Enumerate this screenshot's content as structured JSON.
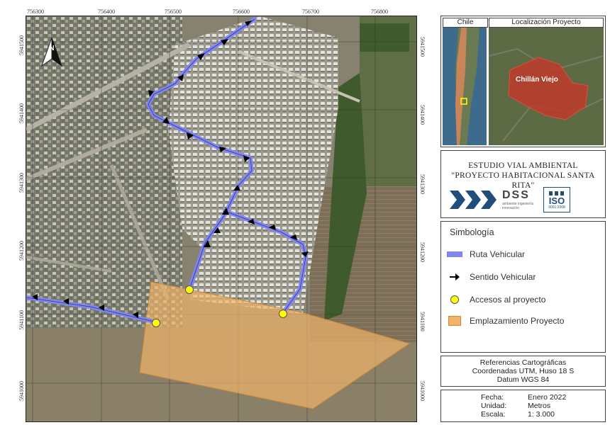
{
  "map": {
    "x_ticks": [
      "756300",
      "756400",
      "756500",
      "756600",
      "756700",
      "756800"
    ],
    "y_ticks": [
      "5941500",
      "5941400",
      "5941300",
      "5941200",
      "5941100",
      "5941000"
    ]
  },
  "inset": {
    "chile_label": "Chile",
    "location_label": "Localización Proyecto",
    "commune_label": "Chillán Viejo"
  },
  "title": {
    "line1": "ESTUDIO VIAL AMBIENTAL",
    "line2": "\"PROYECTO HABITACIONAL SANTA RITA\"",
    "logo_text": "DSS",
    "logo_sub": "ambiente ingeniería innovación",
    "iso_text": "ISO",
    "iso_sub": "9001:2008"
  },
  "legend": {
    "heading": "Simbología",
    "items": [
      {
        "label": "Ruta Vehicular",
        "color": "#7f86f0"
      },
      {
        "label": "Sentido Vehicular",
        "color": "#000000"
      },
      {
        "label": "Accesos al proyecto",
        "color": "#ffff00"
      },
      {
        "label": "Emplazamiento Proyecto",
        "color": "#f0b36a"
      }
    ]
  },
  "references": {
    "line1": "Referencias Cartográficas",
    "line2": "Coordenadas UTM, Huso 18 S",
    "line3": "Datum WGS 84"
  },
  "info": {
    "fecha_label": "Fecha:",
    "fecha_value": "Enero 2022",
    "unidad_label": "Unidad:",
    "unidad_value": "Metros",
    "escala_label": "Escala:",
    "escala_value": "1: 3.000"
  },
  "colors": {
    "route": "#7f86f0",
    "arrow": "#000000",
    "access": "#ffff00",
    "site": "#f0b36a",
    "commune": "#c0392b"
  }
}
